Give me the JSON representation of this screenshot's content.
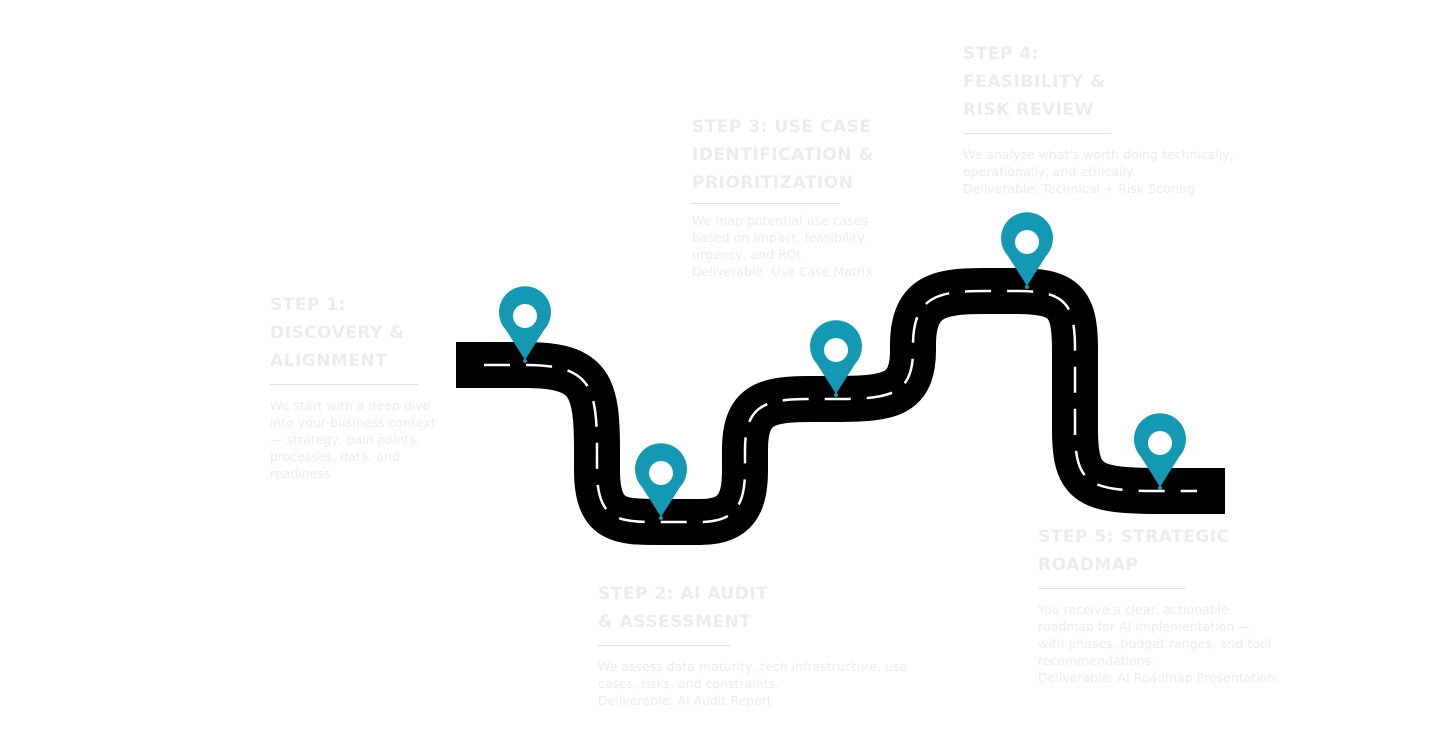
{
  "steps": [
    {
      "title": "STEP 1:\nDISCOVERY &\nALIGNMENT",
      "description": "We start with a deep dive into your business context — strategy, pain points, processes, data, and readiness",
      "deliverable": ""
    },
    {
      "title": "STEP 2: AI AUDIT\n& ASSESSMENT",
      "description": "We assess data maturity, tech infrastructure, use cases, risks, and constraints.",
      "deliverable": "Deliverable: AI Audit Report"
    },
    {
      "title": "STEP 3: USE CASE\nIDENTIFICATION &\nPRIORITIZATION",
      "description": "We map potential use cases based on impact, feasibility, urgency, and ROI.",
      "deliverable": "Deliverable: Use Case Matrix"
    },
    {
      "title": "STEP 4:\nFEASIBILITY &\nRISK REVIEW",
      "description": "We analyze what's worth doing technically, operationally, and ethically.",
      "deliverable": "Deliverable: Technical + Risk Scoring"
    },
    {
      "title": "STEP 5: STRATEGIC\nROADMAP",
      "description": "You receive a clear, actionable roadmap for AI implementation — with phases, budget ranges, and tool recommendations.",
      "deliverable": "Deliverable: AI Roadmap Presentation"
    }
  ],
  "icons": {
    "pin": "map-pin-icon",
    "road": "road"
  },
  "colors": {
    "road": "#000000",
    "lane_marking": "#ffffff",
    "pin": "#1598b3",
    "text": "#ececec"
  }
}
